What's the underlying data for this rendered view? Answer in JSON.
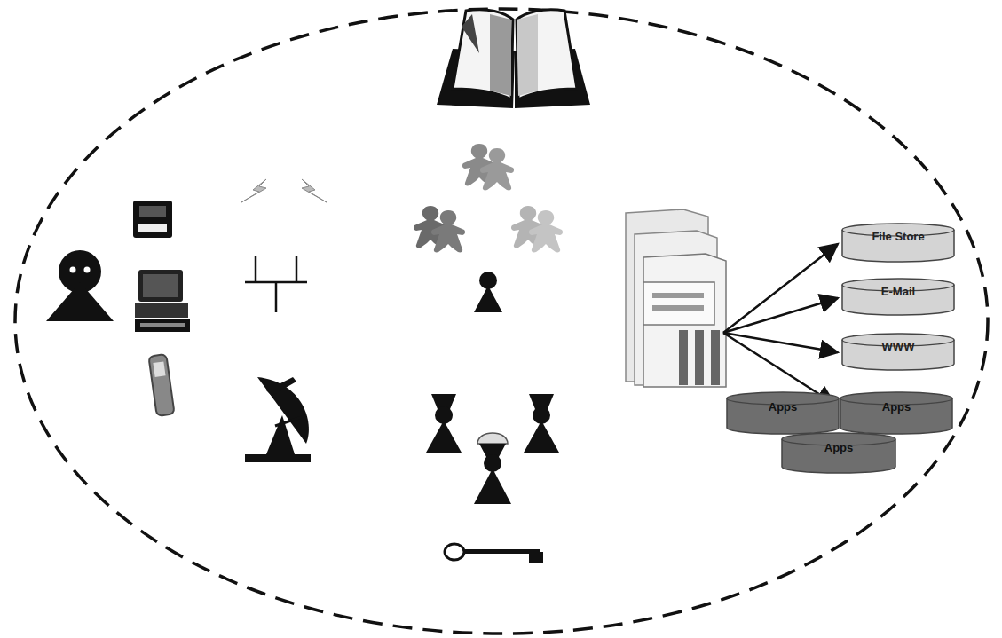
{
  "diagram": {
    "nodes": [
      {
        "text": [
          "File Store"
        ]
      },
      {
        "text": [
          "E-Mail"
        ]
      },
      {
        "text": [
          "WWW"
        ]
      },
      {
        "text": [
          "Apps"
        ]
      },
      {
        "text": [
          "Apps"
        ]
      },
      {
        "text": [
          "Apps"
        ]
      }
    ]
  }
}
